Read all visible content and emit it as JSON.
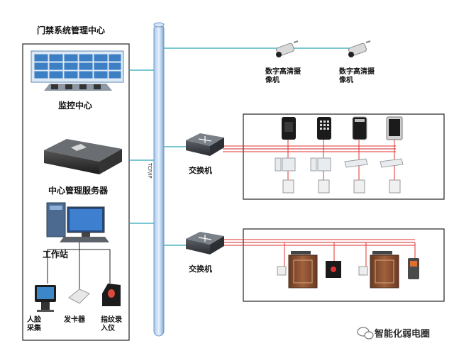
{
  "title": "门禁系统管理中心",
  "bus_label": "TCP/IP",
  "nodes": {
    "monitor_center": "监控中心",
    "server": "中心管理服务器",
    "workstation": "工作站",
    "face_device": "人脸采集",
    "card_issuer": "发卡器",
    "fingerprint_device": "指纹录入仪",
    "switch_upper": "交换机",
    "switch_lower": "交换机",
    "camera_1": "数字高清摄像机",
    "camera_2": "数字高清摄像机"
  },
  "watermark": "智能化弱电圈",
  "colors": {
    "bus": "#7fa9d6",
    "network_line": "#28a8b8",
    "red_wire": "#e2322f",
    "box_border": "#222222"
  }
}
